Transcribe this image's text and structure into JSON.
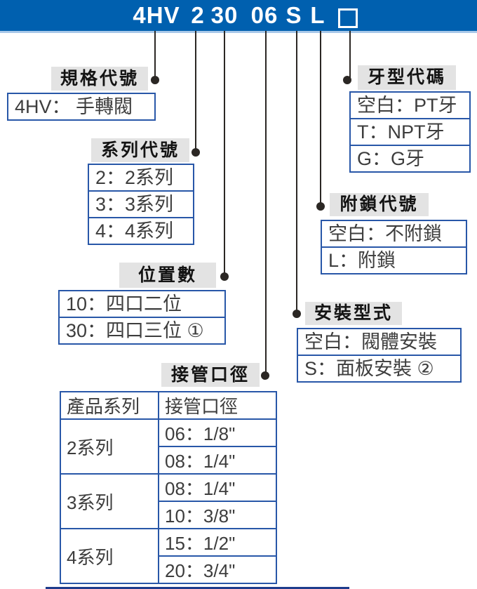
{
  "model_code": {
    "segments": [
      "4HV",
      "2",
      "30",
      "06",
      "S",
      "L"
    ],
    "blank_box_icon": "empty-square"
  },
  "colors": {
    "header_blue": "#0060af",
    "header_strip_blue": "#a8c8e9",
    "border_blue": "#2857a8",
    "label_bg_gray": "#e3e3e3",
    "body_text": "#3d3d3d",
    "line_black": "#2b2724",
    "footer_navy": "#1e3c8c"
  },
  "sections": {
    "spec": {
      "label": "規格代號",
      "rows": [
        "4HV： 手轉閥"
      ]
    },
    "series": {
      "label": "系列代號",
      "rows": [
        "2：2系列",
        "3：3系列",
        "4：4系列"
      ]
    },
    "positions": {
      "label": "位置數",
      "rows": [
        "10：四口二位",
        "30：四口三位 ①"
      ]
    },
    "port_size": {
      "label": "接管口徑",
      "table": {
        "headers": [
          "產品系列",
          "接管口徑"
        ],
        "groups": [
          {
            "series": "2系列",
            "sizes": [
              "06：1/8\"",
              "08：1/4\""
            ]
          },
          {
            "series": "3系列",
            "sizes": [
              "08：1/4\"",
              "10：3/8\""
            ]
          },
          {
            "series": "4系列",
            "sizes": [
              "15：1/2\"",
              "20：3/4\""
            ]
          }
        ]
      }
    },
    "thread": {
      "label": "牙型代碼",
      "rows": [
        "空白：PT牙",
        "T：NPT牙",
        "G：G牙"
      ]
    },
    "lock": {
      "label": "附鎖代號",
      "rows": [
        "空白：不附鎖",
        "L：附鎖"
      ]
    },
    "mount": {
      "label": "安裝型式",
      "rows": [
        "空白：閥體安裝",
        "S：面板安裝 ②"
      ]
    }
  }
}
